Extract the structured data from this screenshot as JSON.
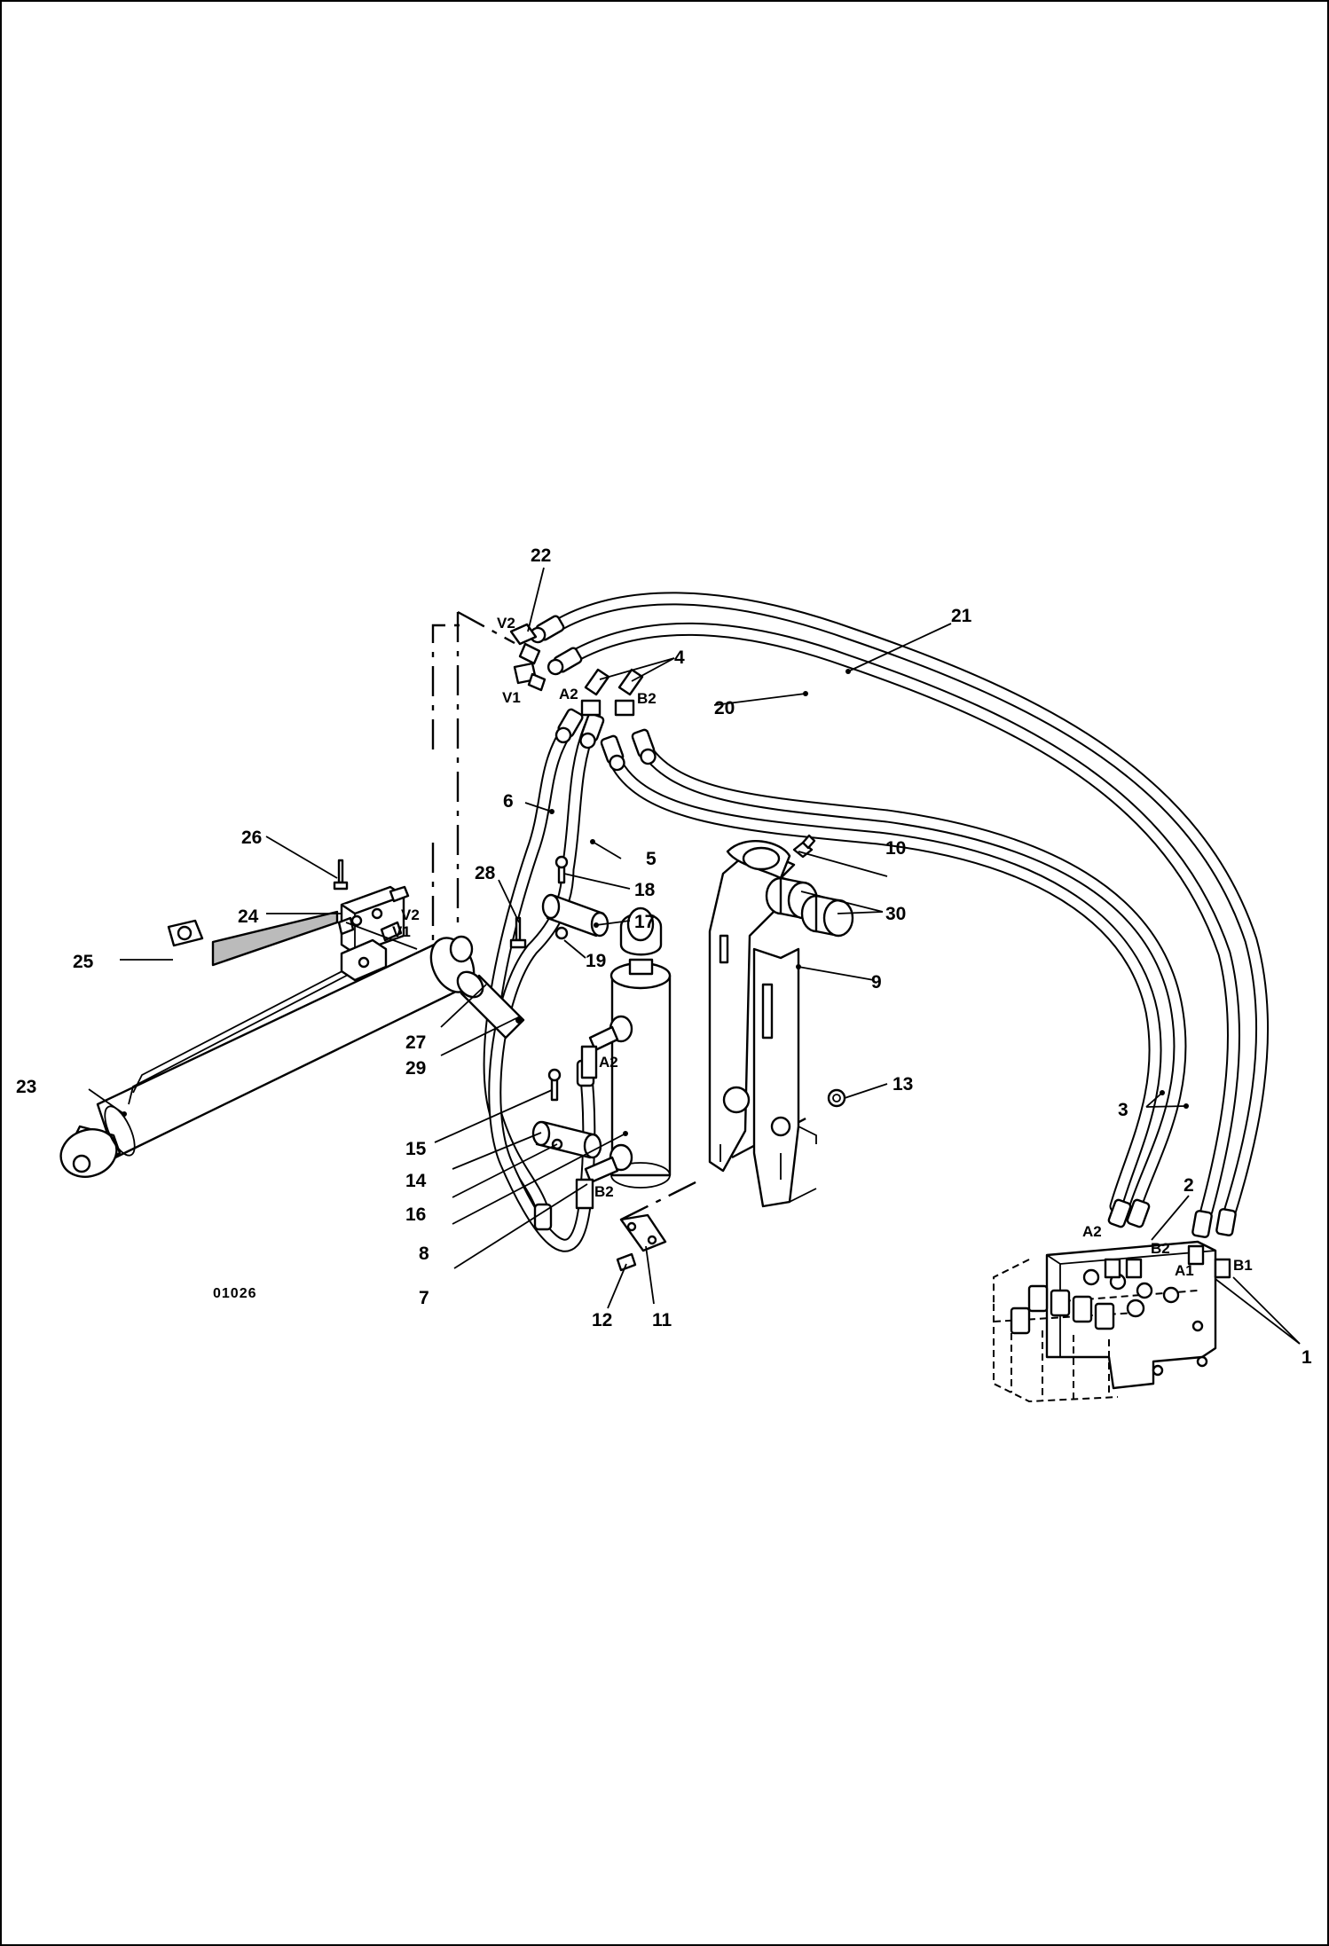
{
  "drawing": {
    "reference": "01026"
  },
  "callouts": [
    {
      "id": "c1",
      "text": "1"
    },
    {
      "id": "c2",
      "text": "2"
    },
    {
      "id": "c3",
      "text": "3"
    },
    {
      "id": "c4",
      "text": "4"
    },
    {
      "id": "c5",
      "text": "5"
    },
    {
      "id": "c6",
      "text": "6"
    },
    {
      "id": "c7",
      "text": "7"
    },
    {
      "id": "c8",
      "text": "8"
    },
    {
      "id": "c9",
      "text": "9"
    },
    {
      "id": "c10",
      "text": "10"
    },
    {
      "id": "c11",
      "text": "11"
    },
    {
      "id": "c12",
      "text": "12"
    },
    {
      "id": "c13",
      "text": "13"
    },
    {
      "id": "c14",
      "text": "14"
    },
    {
      "id": "c15",
      "text": "15"
    },
    {
      "id": "c16",
      "text": "16"
    },
    {
      "id": "c17",
      "text": "17"
    },
    {
      "id": "c18",
      "text": "18"
    },
    {
      "id": "c19",
      "text": "19"
    },
    {
      "id": "c20",
      "text": "20"
    },
    {
      "id": "c21",
      "text": "21"
    },
    {
      "id": "c22",
      "text": "22"
    },
    {
      "id": "c23",
      "text": "23"
    },
    {
      "id": "c24",
      "text": "24"
    },
    {
      "id": "c25",
      "text": "25"
    },
    {
      "id": "c26",
      "text": "26"
    },
    {
      "id": "c27",
      "text": "27"
    },
    {
      "id": "c28",
      "text": "28"
    },
    {
      "id": "c29",
      "text": "29"
    },
    {
      "id": "c30",
      "text": "30"
    }
  ],
  "ports": {
    "v2_top": "V2",
    "v1_top": "V1",
    "a2_top": "A2",
    "b2_top": "B2",
    "v2_valve": "V2",
    "v1_valve": "V1",
    "a2_cyl": "A2",
    "b2_cyl": "B2",
    "a2_ctrl": "A2",
    "b2_ctrl": "B2",
    "a1_ctrl": "A1",
    "b1_ctrl": "B1"
  }
}
